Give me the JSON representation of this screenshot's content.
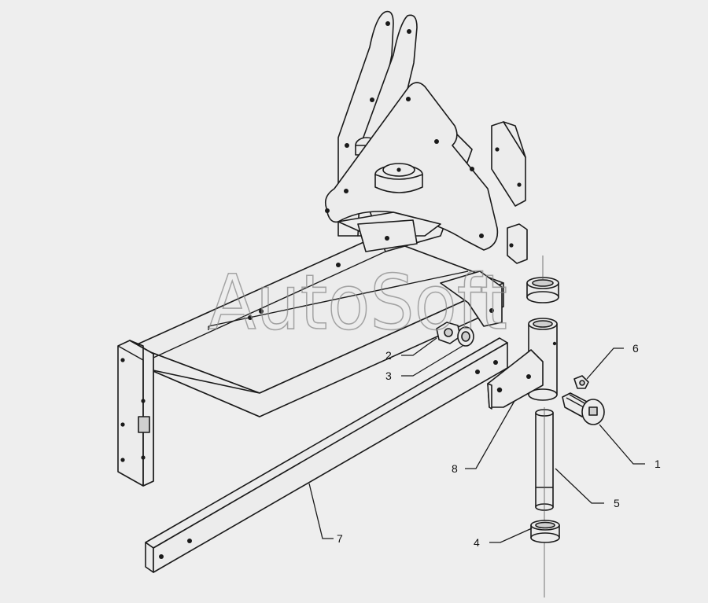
{
  "diagram": {
    "watermark": "AutoSoft",
    "callouts": [
      {
        "id": "c1",
        "text": "1"
      },
      {
        "id": "c2",
        "text": "2"
      },
      {
        "id": "c3",
        "text": "3"
      },
      {
        "id": "c4",
        "text": "4"
      },
      {
        "id": "c5",
        "text": "5"
      },
      {
        "id": "c6",
        "text": "6"
      },
      {
        "id": "c7",
        "text": "7"
      },
      {
        "id": "c8",
        "text": "8"
      }
    ],
    "colors": {
      "background": "#eeeeee",
      "ink": "#1a1a1a",
      "watermark": "#8a8a8a"
    }
  }
}
